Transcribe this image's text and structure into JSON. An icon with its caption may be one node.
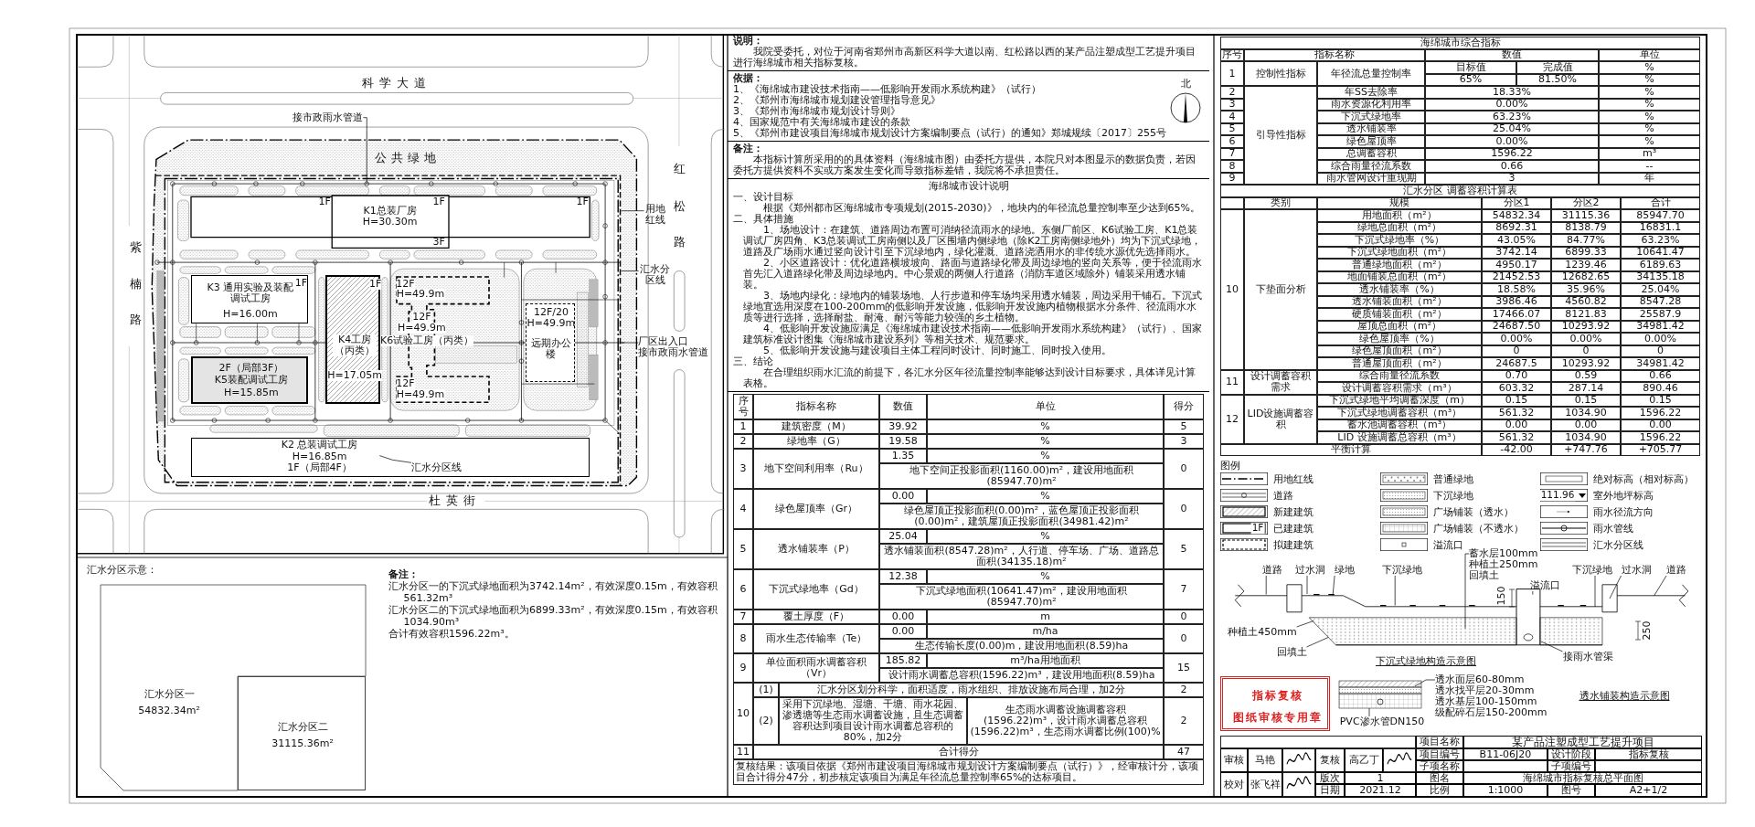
{
  "diagram": {
    "nodes": [
      {
        "text": [
          "1F",
          "1F",
          "1F",
          "K1总装厂房",
          "H=30.30m",
          "3F"
        ]
      },
      {
        "text": [
          "1F",
          "K3 通用实验及装配调试工房",
          "H=16.00m"
        ]
      },
      {
        "text": [
          "1F",
          "K4工房（丙类）",
          "H=17.05m"
        ]
      },
      {
        "text": [
          "2F（局部3F）",
          "K5装配调试工房",
          "H=15.85m"
        ]
      },
      {
        "text": [
          "12F",
          "H=49.9m",
          "12F",
          "H=49.9m",
          "K6试验工房（丙类）",
          "12F",
          "H=49.9m"
        ]
      },
      {
        "text": [
          "12F/20",
          "H=49.9m",
          "远期办公楼"
        ]
      },
      {
        "text": [
          "K2 总装调试工房",
          "H=16.85m",
          "1F（局部4F）"
        ]
      },
      {
        "text": [
          "接市政雨水管道"
        ]
      },
      {
        "text": [
          "用地红线"
        ]
      },
      {
        "text": [
          "汇水分区线"
        ]
      },
      {
        "text": [
          "厂区出入口",
          "接市政雨水管道"
        ]
      },
      {
        "text": [
          "汇水分区线"
        ],
        "in": 6
      },
      {
        "text": [
          "汇水分区一",
          "54832.34m²"
        ]
      },
      {
        "text": [
          "汇水分区二",
          "31115.36m²"
        ]
      },
      {
        "text": [
          "指标复核",
          "图纸审核专用章"
        ]
      },
      {
        "text": [
          "道路"
        ]
      },
      {
        "text": [
          "过水洞"
        ]
      },
      {
        "text": [
          "绿地"
        ]
      },
      {
        "text": [
          "下沉绿地"
        ]
      },
      {
        "text": [
          "蓄水层100mm",
          "种植土250mm",
          "回填土"
        ]
      },
      {
        "text": [
          "溢流口"
        ]
      },
      {
        "text": [
          "下沉绿地"
        ]
      },
      {
        "text": [
          "过水洞"
        ]
      },
      {
        "text": [
          "道路"
        ]
      },
      {
        "text": [
          "种植土450mm"
        ]
      },
      {
        "text": [
          "回填土"
        ]
      },
      {
        "text": [
          "接雨水管渠"
        ]
      },
      {
        "text": [
          "透水面层60-80mm",
          "透水找平层20-30mm",
          "透水基层100-150mm",
          "级配碎石层150-200mm"
        ]
      },
      {
        "text": [
          "PVC渗水管DN150"
        ]
      },
      {
        "text": [],
        "shape": "picture"
      },
      {
        "text": [],
        "shape": "picture"
      }
    ],
    "edges": [
      {
        "from": 7,
        "to": null,
        "arrow": "none"
      },
      {
        "from": 8,
        "to": null,
        "arrow": "none"
      },
      {
        "from": 9,
        "to": null,
        "arrow": "none"
      },
      {
        "from": 10,
        "to": null,
        "arrow": "none"
      },
      {
        "from": 11,
        "to": null,
        "arrow": "none"
      },
      {
        "from": 15,
        "to": 29,
        "arrow": "none"
      },
      {
        "from": 16,
        "to": 29,
        "arrow": "none"
      },
      {
        "from": 17,
        "to": 29,
        "arrow": "none"
      },
      {
        "from": 18,
        "to": 29,
        "arrow": "none"
      },
      {
        "from": 19,
        "to": 29,
        "arrow": "none"
      },
      {
        "from": 20,
        "to": 29,
        "arrow": "none"
      },
      {
        "from": 21,
        "to": 29,
        "arrow": "none"
      },
      {
        "from": 22,
        "to": 29,
        "arrow": "none"
      },
      {
        "from": 23,
        "to": 29,
        "arrow": "none"
      },
      {
        "from": 24,
        "to": 29,
        "arrow": "none"
      },
      {
        "from": 25,
        "to": 29,
        "arrow": "none"
      },
      {
        "from": 26,
        "to": 29,
        "arrow": "none"
      },
      {
        "from": 27,
        "to": 30,
        "arrow": "none"
      },
      {
        "from": 28,
        "to": 30,
        "arrow": "none"
      }
    ],
    "labels": [
      "科学大道",
      "公共绿地",
      "紫楠路",
      "红松路",
      "杜英街",
      "北",
      "说明：",
      "我院受委托，对位于河南省郑州市高新区科学大道以南、红松路以西的某产品注塑成型工艺提升项目进行海绵城市相关指标复核。",
      "依据：",
      "1、《海绵城市建设技术指南——低影响开发雨水系统构建》（试行）",
      "2、《郑州市海绵城市规划建设管理指导意见》",
      "3、《郑州市海绵城市规划设计导则》",
      "4、国家规范中有关海绵城市建设的条款",
      "5、《郑州市建设项目海绵城市规划设计方案编制要点（试行）的通知》郑城规续〔2017〕255号",
      "备注：",
      "本指标计算所采用的的具体资料（海绵城市图）由委托方提供，本院只对本图显示的数据负责，若因委托方提供资料不实或方案发生变化而导致指标差错，我院将不承担责任。",
      "海绵城市设计说明",
      "一、设计目标",
      "根据《郑州都市区海绵城市专项规划(2015-2030)》，地块内的年径流总量控制率至少达到65%。",
      "二、具体措施",
      "1、场地设计：在建筑、道路周边布置可消纳径流雨水的绿地。东侧厂前区、K6试验工房、K1总装调试厂房四角、K3总装调试工房南侧以及厂区围墙内侧绿地（除K2工房南侧绿地外）均为下沉式绿地，道路及广场雨水通过竖向设计引至下沉绿地内，绿化灌溉、道路浇洒用水的非传统水源优先选择雨水。",
      "2、小区道路设计：优化道路横坡坡向、路面与道路绿化带及周边绿地的竖向关系等，便于径流雨水首先汇入道路绿化带及周边绿地内。中心景观的两侧人行道路（消防车道区域除外）铺装采用透水铺装。",
      "3、场地内绿化：绿地内的铺装场地、人行步道和停车场均采用透水铺装，周边采用干铺石。下沉式绿地宜选用深度在100-200mm的低影响开发设施，低影响开发设施内植物根据水分条件、径流雨水水质等进行选择，选择耐盐、耐淹、耐污等能力较强的乡土植物。",
      "4、低影响开发设施应满足《海绵城市建设技术指南——低影响开发雨水系统构建》（试行）、国家建筑标准设计图集《海绵城市建设系列》等相关技术、规范要求。",
      "5、低影响开发设施与建设项目主体工程同时设计、同时施工、同时投入使用。",
      "三、结论",
      "在合理组织雨水汇流的前提下，各汇水分区年径流量控制率能够达到设计目标要求，具体详见计算表格。",
      "海绵城市综合指标",
      "序号",
      "指标名称",
      "数值",
      "单位",
      "1",
      "控制性指标",
      "年径流总量控制率",
      "目标值",
      "完成值",
      "%",
      "65%",
      "81.50%",
      "%",
      "2",
      "引导性指标",
      "年SS去除率",
      "18.33%",
      "%",
      "3",
      "雨水资源化利用率",
      "0.00%",
      "%",
      "4",
      "下沉式绿地率",
      "63.23%",
      "%",
      "5",
      "透水铺装率",
      "25.04%",
      "%",
      "6",
      "绿色屋顶率",
      "0.00%",
      "%",
      "7",
      "总调蓄容积",
      "1596.22",
      "m³",
      "8",
      "综合雨量径流系数",
      "0.66",
      "--",
      "9",
      "雨水管网设计重现期",
      "3",
      "年",
      "汇水分区 调蓄容积计算表",
      "类别",
      "规模",
      "分区1",
      "分区2",
      "合计",
      "10",
      "下垫面分析",
      "用地面积（m²）",
      "54832.34",
      "31115.36",
      "85947.70",
      "绿地总面积（m²）",
      "8692.31",
      "8138.79",
      "16831.1",
      "下沉式绿地率（%）",
      "43.05%",
      "84.77%",
      "63.23%",
      "下沉式绿地面积（m²）",
      "3742.14",
      "6899.33",
      "10641.47",
      "普通绿地面积（m²）",
      "4950.17",
      "1239.46",
      "6189.63",
      "地面铺装总面积（m²）",
      "21452.53",
      "12682.65",
      "34135.18",
      "透水铺装率（%）",
      "18.58%",
      "35.96%",
      "25.04%",
      "透水铺装面积（m²）",
      "3986.46",
      "4560.82",
      "8547.28",
      "硬质铺装面积（m²）",
      "17466.07",
      "8121.83",
      "25587.9",
      "屋顶总面积（m²）",
      "24687.50",
      "10293.92",
      "34981.42",
      "绿色屋顶率（%）",
      "0.00%",
      "0.00%",
      "0.00%",
      "绿色屋顶面积（m²）",
      "0",
      "0",
      "0",
      "普通屋顶面积（m²）",
      "24687.5",
      "10293.92",
      "34981.42",
      "11",
      "设计调蓄容积需求",
      "综合雨量径流系数",
      "0.70",
      "0.59",
      "0.66",
      "设计调蓄容积需求（m³）",
      "603.32",
      "287.14",
      "890.46",
      "12",
      "LID设施调蓄容积",
      "下沉式绿地平均调蓄深度（m）",
      "0.15",
      "0.15",
      "0.15",
      "下沉式绿地调蓄容积（m³）",
      "561.32",
      "1034.90",
      "1596.22",
      "蓄水池调蓄容积（m³）",
      "0.00",
      "0.00",
      "0.00",
      "LID 设施调蓄总容积（m³）",
      "561.32",
      "1034.90",
      "1596.22",
      "平衡计算",
      "-42.00",
      "+747.76",
      "+705.77",
      "序号",
      "指标名称",
      "数值",
      "单位",
      "得分",
      "1",
      "建筑密度（M）",
      "39.92",
      "%",
      "5",
      "2",
      "绿地率（G）",
      "19.58",
      "%",
      "3",
      "3",
      "地下空间利用率（Ru）",
      "1.35",
      "%",
      "0",
      "地下空间正投影面积(1160.00)m²，建设用地面积(85947.70)m²",
      "4",
      "绿色屋顶率（Gr）",
      "0.00",
      "%",
      "0",
      "绿色屋顶正投影面积(0.00)m²，蓝色屋顶正投影面积(0.00)m²，建筑屋顶正投影面积(34981.42)m²",
      "5",
      "透水铺装率（P）",
      "25.04",
      "%",
      "5",
      "透水铺装面积(8547.28)m²，人行道、停车场、广场、道路总面积(34135.18)m²",
      "6",
      "下沉式绿地率（Gd）",
      "12.38",
      "%",
      "7",
      "下沉式绿地面积(10641.47)m²，建设用地面积(85947.70)m²",
      "7",
      "覆土厚度（F）",
      "0.00",
      "m",
      "0",
      "8",
      "雨水生态传输率（Te）",
      "0.00",
      "m/ha",
      "0",
      "生态传输长度(0.00)m，建设用地面积(8.59)ha",
      "9",
      "单位面积雨水调蓄容积（Vr）",
      "185.82",
      "m³/ha用地面积",
      "15",
      "设计雨水调蓄总容积(1596.22)m³，建设用地面积(8.59)ha",
      "10",
      "(1)",
      "汇水分区划分科学，面积适度，雨水组织、排放设施布局合理，加2分",
      "2",
      "(2)",
      "采用下沉绿地、湿塘、干塘、雨水花园、渗透塘等生态雨水调蓄设施，且生态调蓄容积达到项目设计雨水调蓄总容积的80%，加2分",
      "生态雨水调蓄设施调蓄容积(1596.22)m³，设计雨水调蓄总容积(1596.22)m³，生态雨水调蓄比例(100)%",
      "2",
      "11",
      "合计得分",
      "47",
      "复核结果：该项目依据《郑州市建设项目海绵城市规划设计方案编制要点（试行）》，经审核计分，该项目合计得分47分，初步核定该项目为满足年径流总量控制率65%的达标项目。",
      "备注：",
      "汇水分区一的下沉式绿地面积为3742.14m²，有效深度0.15m，有效容积561.32m³",
      "汇水分区二的下沉式绿地面积为6899.33m²，有效深度0.15m，有效容积1034.90m³",
      "合计有效容积1596.22m³。",
      "汇水分区示意：",
      "图例",
      "111.96",
      "1F",
      "150",
      "250",
      "下沉式绿地构造示意图",
      "透水铺装构造示意图",
      "项目名称",
      "某产品注塑成型工艺提升项目",
      "审核",
      "马艳",
      "复核",
      "高乙丁",
      "项目编号",
      "B11-06J20",
      "设计阶段",
      "指标复核",
      "子项名称",
      "子项编号",
      "校对",
      "张飞祥",
      "版次",
      "1",
      "图名",
      "海绵城市指标复核总平面图",
      "日期",
      "2021.12",
      "比例",
      "1:1000",
      "图号",
      "A2+1/2"
    ],
    "legend": [
      {
        "text": "用地红线"
      },
      {
        "text": "普通绿地"
      },
      {
        "text": "绝对标高（相对标高）"
      },
      {
        "text": "道路"
      },
      {
        "text": "下沉绿地"
      },
      {
        "text": "室外地坪标高"
      },
      {
        "text": "新建建筑"
      },
      {
        "text": "广场铺装（透水）"
      },
      {
        "text": "雨水径流方向"
      },
      {
        "text": "已建建筑"
      },
      {
        "text": "广场铺装（不透水）"
      },
      {
        "text": "雨水管线"
      },
      {
        "text": "拟建建筑"
      },
      {
        "text": "溢流口"
      },
      {
        "text": "汇水分区线"
      }
    ]
  }
}
